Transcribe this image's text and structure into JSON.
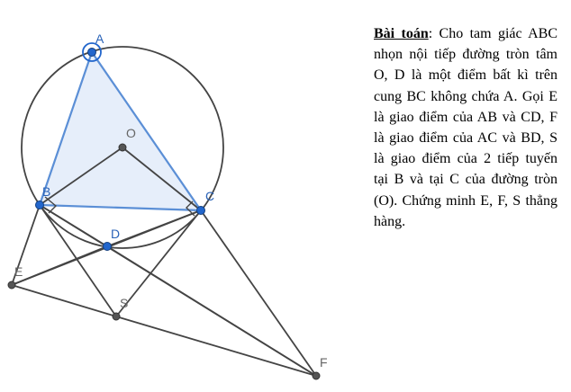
{
  "problem": {
    "title": "Bài toán",
    "body": ": Cho tam giác ABC nhọn nội tiếp đường tròn tâm O, D là một điểm bất kì trên cung BC không chứa A. Gọi E là giao điểm của AB và CD, F là giao điểm của AC và BD, S là giao điểm của 2 tiếp tuyến tại B và tại C của đường tròn (O). Chứng minh E, F, S thẳng hàng."
  },
  "figure": {
    "labels": {
      "A": "A",
      "B": "B",
      "C": "C",
      "D": "D",
      "O": "O",
      "E": "E",
      "F": "F",
      "S": "S"
    },
    "colors": {
      "triangle_fill": "#e6eefa",
      "triangle_edge": "#5b8fd6",
      "line": "#444444",
      "point_blue": "#2266cc",
      "point_gray": "#555555",
      "label_blue": "#2a63b8",
      "label_gray": "#666666"
    }
  }
}
